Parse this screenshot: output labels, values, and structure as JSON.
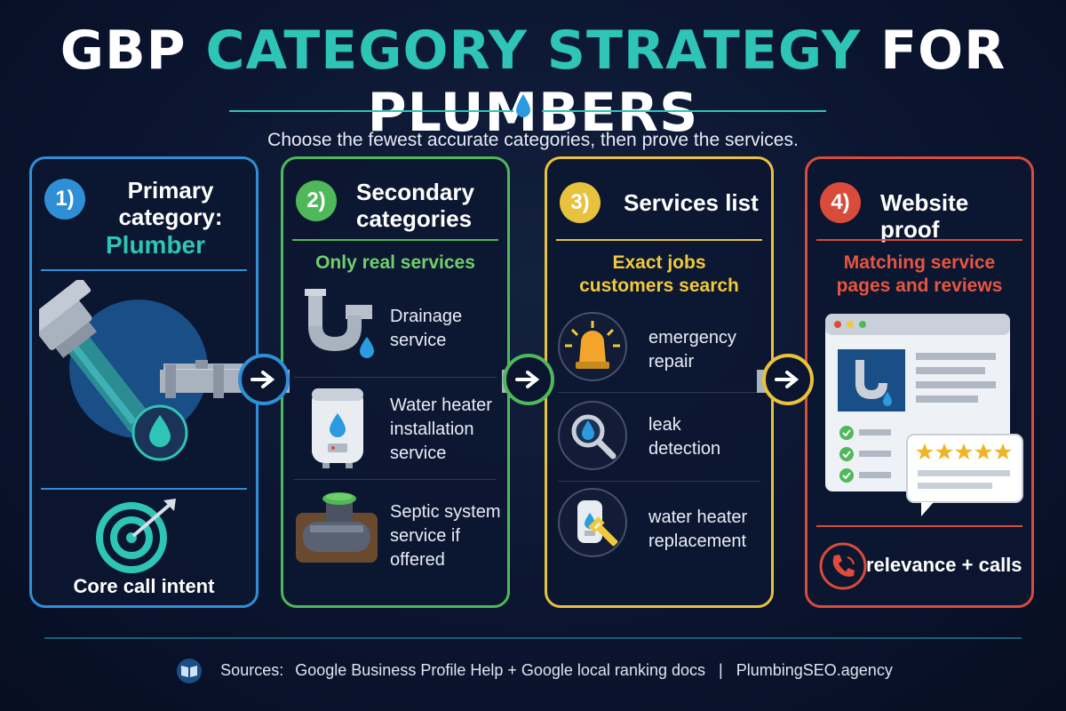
{
  "title": {
    "part1": "GBP ",
    "accent": "CATEGORY STRATEGY",
    "part2": " FOR PLUMBERS"
  },
  "subtitle": "Choose the fewest accurate categories, then prove the services.",
  "colors": {
    "blue": "#2f8fd6",
    "green": "#4fb85a",
    "yellow": "#e8c23c",
    "red": "#d94b3b",
    "teal": "#2ec4b6"
  },
  "cards": [
    {
      "number": "1)",
      "heading_line1": "Primary",
      "heading_line2": "category:",
      "heading_accent": "Plumber",
      "icons": [
        "pipe-wrench-icon",
        "water-drop-icon",
        "target-icon"
      ],
      "footer_label": "Core call intent"
    },
    {
      "number": "2)",
      "heading_line1": "Secondary",
      "heading_line2": "categories",
      "tagline": "Only real services",
      "items": [
        {
          "icon": "drain-pipe-icon",
          "label_lines": [
            "Drainage",
            "service"
          ]
        },
        {
          "icon": "water-heater-icon",
          "label_lines": [
            "Water heater",
            "installation",
            "service"
          ]
        },
        {
          "icon": "septic-tank-icon",
          "label_lines": [
            "Septic system",
            "service if",
            "offered"
          ]
        }
      ]
    },
    {
      "number": "3)",
      "heading_line1": "Services list",
      "tagline_lines": [
        "Exact jobs",
        "customers search"
      ],
      "items": [
        {
          "icon": "emergency-light-icon",
          "label_lines": [
            "emergency",
            "repair"
          ]
        },
        {
          "icon": "magnifier-drop-icon",
          "label_lines": [
            "leak",
            "detection"
          ]
        },
        {
          "icon": "water-heater-wrench-icon",
          "label_lines": [
            "water heater",
            "replacement"
          ]
        }
      ]
    },
    {
      "number": "4)",
      "heading_line1": "Website proof",
      "tagline_lines": [
        "Matching service",
        "pages and reviews"
      ],
      "icons": [
        "browser-window-icon",
        "review-stars-icon"
      ],
      "footer_label": "relevance + calls"
    }
  ],
  "footer": {
    "sources_label": "Sources:",
    "sources_text": "Google Business Profile Help + Google local ranking docs",
    "separator": "|",
    "brand": "PlumbingSEO.agency"
  }
}
